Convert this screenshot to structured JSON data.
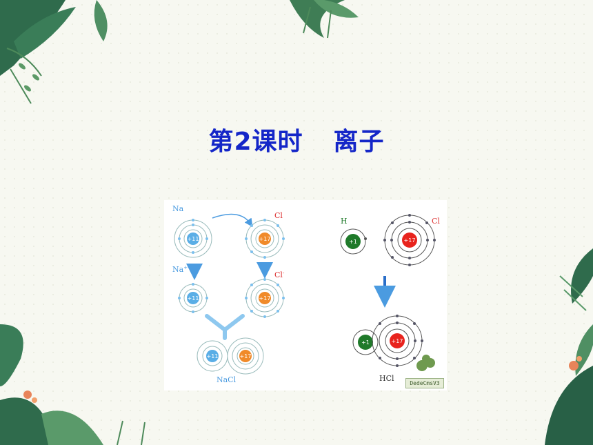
{
  "title": {
    "part1": "第2课时",
    "part2": "离子"
  },
  "figure": {
    "na_label": "Na",
    "cl_label": "Cl",
    "na_ion_label": "Na",
    "na_ion_sup": "+",
    "cl_ion_label": "Cl",
    "cl_ion_sup": "-",
    "nacl_label": "NaCl",
    "h_label": "H",
    "cl2_label": "Cl",
    "hcl_label": "HCl",
    "na_nucleus": "+11",
    "cl_nucleus": "+17",
    "h_nucleus": "+1",
    "watermark": "DedeCmsV3"
  },
  "colors": {
    "title": "#1426c8",
    "na": "#5aaee6",
    "cl": "#f08a2a",
    "h": "#1f7a2a",
    "cl_red": "#e8231d",
    "arrow": "#4b9be0"
  }
}
